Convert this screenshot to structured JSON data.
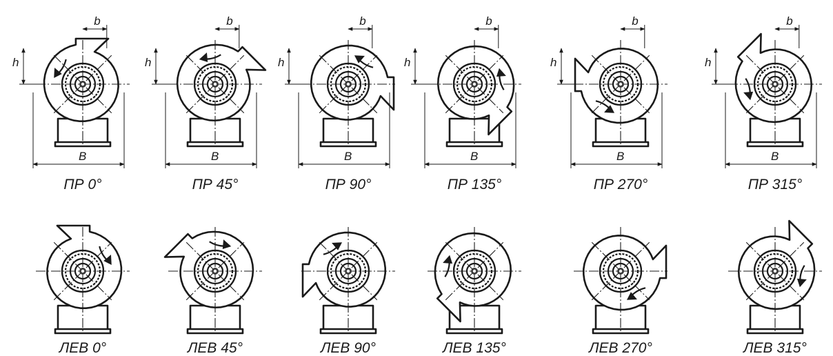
{
  "diagram": {
    "dimension_labels": {
      "h": "h",
      "b": "b",
      "B": "B"
    },
    "rows": [
      {
        "row": "right",
        "items": [
          {
            "caption": "ПР 0°",
            "angle": 0
          },
          {
            "caption": "ПР 45°",
            "angle": 45
          },
          {
            "caption": "ПР 90°",
            "angle": 90
          },
          {
            "caption": "ПР 135°",
            "angle": 135
          },
          {
            "caption": "ПР 270°",
            "angle": 270
          },
          {
            "caption": "ПР 315°",
            "angle": 315
          }
        ]
      },
      {
        "row": "left",
        "items": [
          {
            "caption": "ЛЕВ 0°",
            "angle": 0
          },
          {
            "caption": "ЛЕВ 45°",
            "angle": 45
          },
          {
            "caption": "ЛЕВ 90°",
            "angle": 90
          },
          {
            "caption": "ЛЕВ 135°",
            "angle": 135
          },
          {
            "caption": "ЛЕВ 270°",
            "angle": 270
          },
          {
            "caption": "ЛЕВ 315°",
            "angle": 315
          }
        ]
      }
    ]
  }
}
